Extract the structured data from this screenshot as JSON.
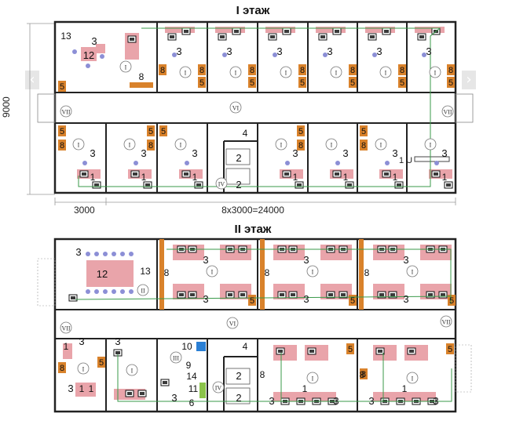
{
  "floors": [
    {
      "title": "I этаж"
    },
    {
      "title": "II этаж"
    }
  ],
  "dimensions": {
    "height": "9000",
    "bay": "3000",
    "total": "8x3000=24000"
  },
  "network_note": "1 U",
  "colors": {
    "wall": "#222222",
    "orange_marker": "#d9822b",
    "desk": "#e9a4aa",
    "network_line": "#3a9a4a",
    "chair": "#8c8fd6",
    "blue_marker": "#2a7fd4",
    "green_marker": "#8bc34a"
  },
  "room_types": [
    "I",
    "II",
    "III",
    "IV",
    "VI",
    "VII"
  ],
  "legend_numbers": [
    "1",
    "2",
    "3",
    "4",
    "5",
    "6",
    "8",
    "9",
    "10",
    "11",
    "12",
    "13",
    "14"
  ]
}
